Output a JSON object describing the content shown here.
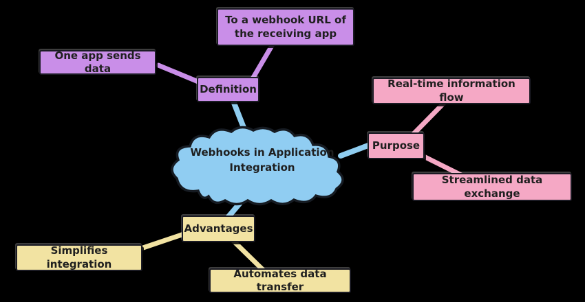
{
  "diagram": {
    "type": "mindmap",
    "center": "Webhooks in Application Integration",
    "branches": [
      {
        "label": "Definition",
        "children": [
          "One app sends data",
          "To a webhook URL of the receiving app"
        ]
      },
      {
        "label": "Purpose",
        "children": [
          "Real-time information flow",
          "Streamlined data exchange"
        ]
      },
      {
        "label": "Advantages",
        "children": [
          "Simplifies integration",
          "Automates data transfer"
        ]
      }
    ]
  },
  "nodes": {
    "center": "Webhooks in Application Integration",
    "definition": "Definition",
    "one_app": "One app sends data",
    "webhook_url": "To a webhook URL of the receiving app",
    "purpose": "Purpose",
    "realtime": "Real-time information flow",
    "streamlined": "Streamlined data exchange",
    "advantages": "Advantages",
    "simplifies": "Simplifies integration",
    "automates": "Automates data transfer"
  },
  "colors": {
    "background": "#000000",
    "cloud_fill": "#90cdf2",
    "cloud_line": "#8fcdf0",
    "definition_fill": "#c98ee8",
    "definition_line": "#c98ee8",
    "purpose_fill": "#f5a8c5",
    "purpose_line": "#f5a8c5",
    "advantages_fill": "#f2e3a2",
    "advantages_line": "#f2e3a2",
    "outline": "#1b1b24",
    "text": "#1f1f1f"
  }
}
